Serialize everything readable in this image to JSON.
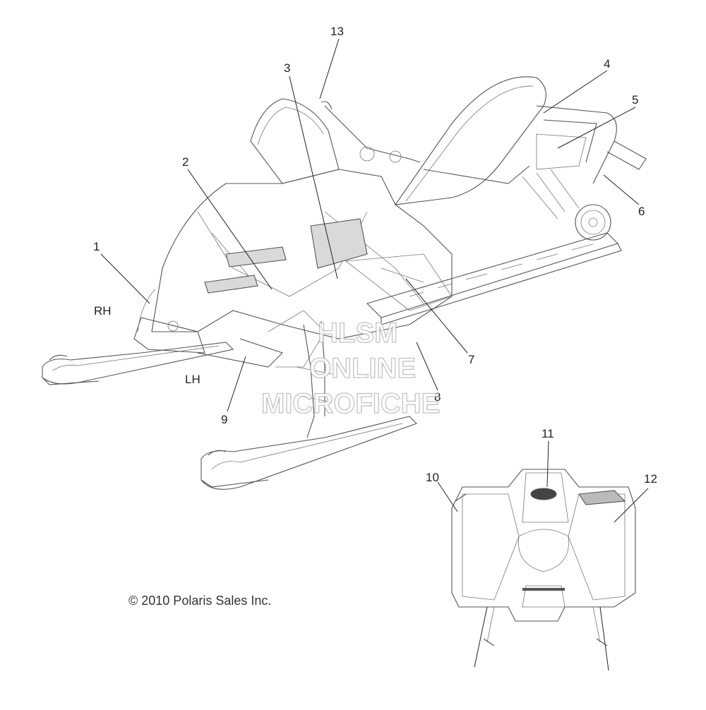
{
  "callouts": [
    "1",
    "2",
    "3",
    "4",
    "5",
    "6",
    "7",
    "8",
    "9",
    "10",
    "11",
    "12",
    "13"
  ],
  "side_labels": {
    "right": "RH",
    "left": "LH"
  },
  "copyright": "© 2010 Polaris Sales Inc.",
  "watermark": {
    "line1": "HLSM",
    "line2": "ONLINE",
    "line3": "MICROFICHE"
  }
}
